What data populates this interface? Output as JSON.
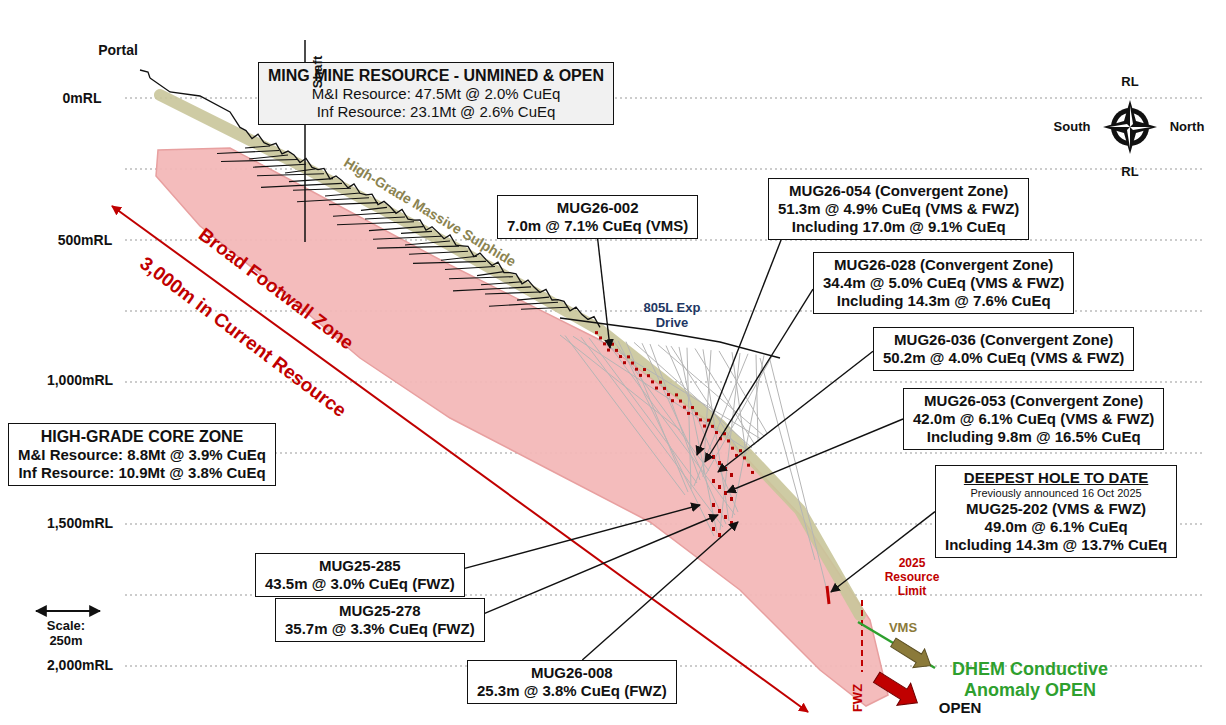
{
  "diagram": {
    "nodes": [
      {
        "text": [
          "MING MINE RESOURCE - UNMINED & OPEN",
          "M&I Resource: 47.5Mt @ 2.0% CuEq",
          "Inf Resource: 23.1Mt @ 2.6% CuEq"
        ]
      },
      {
        "text": [
          "MUG26-054 (Convergent Zone)",
          "51.3m @ 4.9% CuEq (VMS & FWZ)",
          "Including 17.0m @ 9.1% CuEq"
        ]
      },
      {
        "text": [
          "MUG26-002",
          "7.0m @ 7.1% CuEq (VMS)"
        ]
      },
      {
        "text": [
          "MUG26-028 (Convergent Zone)",
          "34.4m @ 5.0% CuEq (VMS & FWZ)",
          "Including 14.3m @ 7.6% CuEq"
        ]
      },
      {
        "text": [
          "MUG26-036 (Convergent Zone)",
          "50.2m @ 4.0% CuEq (VMS & FWZ)"
        ]
      },
      {
        "text": [
          "MUG26-053 (Convergent Zone)",
          "42.0m @ 6.1% CuEq (VMS & FWZ)",
          "Including 9.8m @ 16.5% CuEq"
        ]
      },
      {
        "text": [
          "HIGH-GRADE CORE ZONE",
          "M&I Resource: 8.8Mt @ 3.9% CuEq",
          "Inf Resource: 10.9Mt @ 3.8% CuEq"
        ]
      },
      {
        "text": [
          "DEEPEST HOLE TO DATE",
          "Previously announced 16 Oct 2025",
          "MUG25-202 (VMS & FWZ)",
          "49.0m @ 6.1% CuEq",
          "Including 14.3m @ 13.7% CuEq"
        ]
      },
      {
        "text": [
          "MUG25-285",
          "43.5m @ 3.0% CuEq (FWZ)"
        ]
      },
      {
        "text": [
          "MUG25-278",
          "35.7m @ 3.3% CuEq (FWZ)"
        ]
      },
      {
        "text": [
          "MUG26-008",
          "25.3m @ 3.8% CuEq (FWZ)"
        ]
      }
    ],
    "labels": [
      "Portal",
      "Shaft",
      "0mRL",
      "500mRL",
      "1,000mRL",
      "1,500mRL",
      "2,000mRL",
      "RL",
      "South",
      "North",
      "RL",
      "High-Grade Massive Sulphide",
      "805L Exp Drive",
      "Broad Footwall Zone",
      "3,000m in Current Resource",
      "2025 Resource Limit",
      "VMS",
      "FWZ",
      "OPEN",
      "DHEM Conductive Anomaly OPEN",
      "Scale: 250m"
    ]
  }
}
